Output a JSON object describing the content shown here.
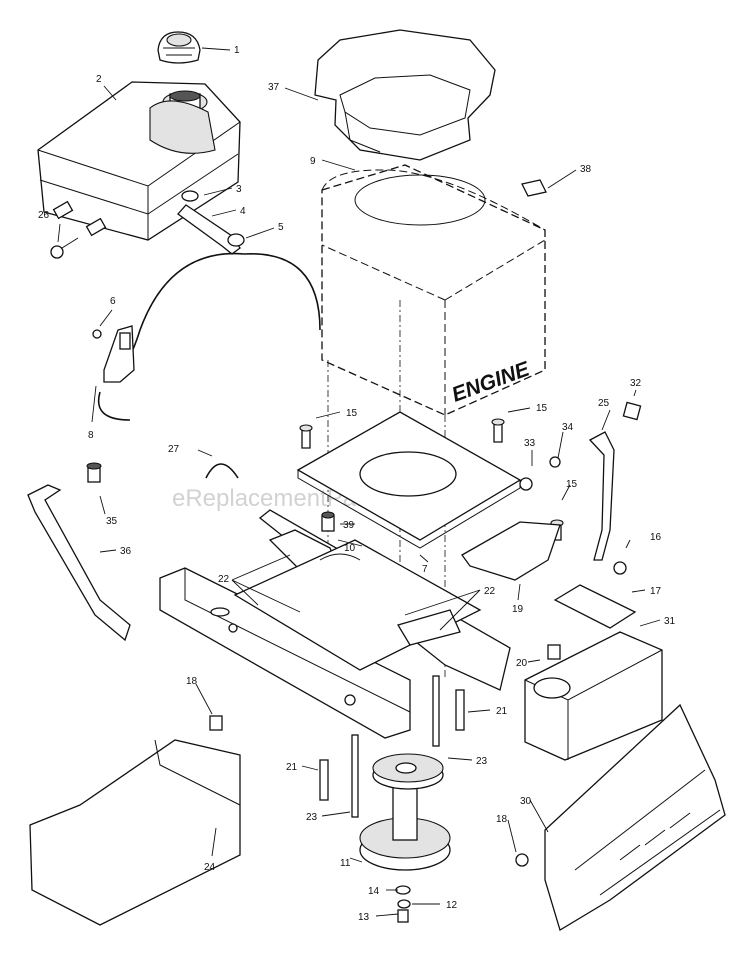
{
  "diagram": {
    "watermark": "eReplacementParts.com",
    "engine_label": "ENGINE",
    "callouts": {
      "c1": "1",
      "c2": "2",
      "c3": "3",
      "c4": "4",
      "c5": "5",
      "c6": "6",
      "c7": "7",
      "c8": "8",
      "c9": "9",
      "c10": "10",
      "c11": "11",
      "c12": "12",
      "c13": "13",
      "c14": "14",
      "c15a": "15",
      "c15b": "15",
      "c15c": "15",
      "c16": "16",
      "c17": "17",
      "c18a": "18",
      "c18b": "18",
      "c19": "19",
      "c20": "20",
      "c21a": "21",
      "c21b": "21",
      "c22a": "22",
      "c22b": "22",
      "c23a": "23",
      "c23b": "23",
      "c24": "24",
      "c25": "25",
      "c26": "26",
      "c27": "27",
      "c30": "30",
      "c31": "31",
      "c32": "32",
      "c33": "33",
      "c34": "34",
      "c35": "35",
      "c36": "36",
      "c37": "37",
      "c38": "38",
      "c39": "39"
    }
  }
}
